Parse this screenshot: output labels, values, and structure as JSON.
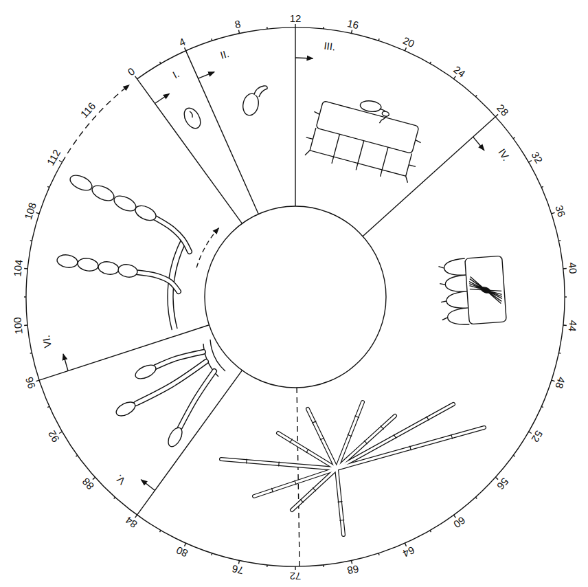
{
  "diagram": {
    "labels": [
      "0",
      "4",
      "8",
      "12",
      "16",
      "20",
      "24",
      "28",
      "32",
      "36",
      "40",
      "44",
      "48",
      "52",
      "56",
      "60",
      "64",
      "68",
      "72",
      "76",
      "80",
      "84",
      "88",
      "92",
      "96",
      "100",
      "104",
      "108",
      "112",
      "116",
      "I.",
      "II.",
      "III.",
      "IV.",
      "V.",
      "VI."
    ]
  }
}
